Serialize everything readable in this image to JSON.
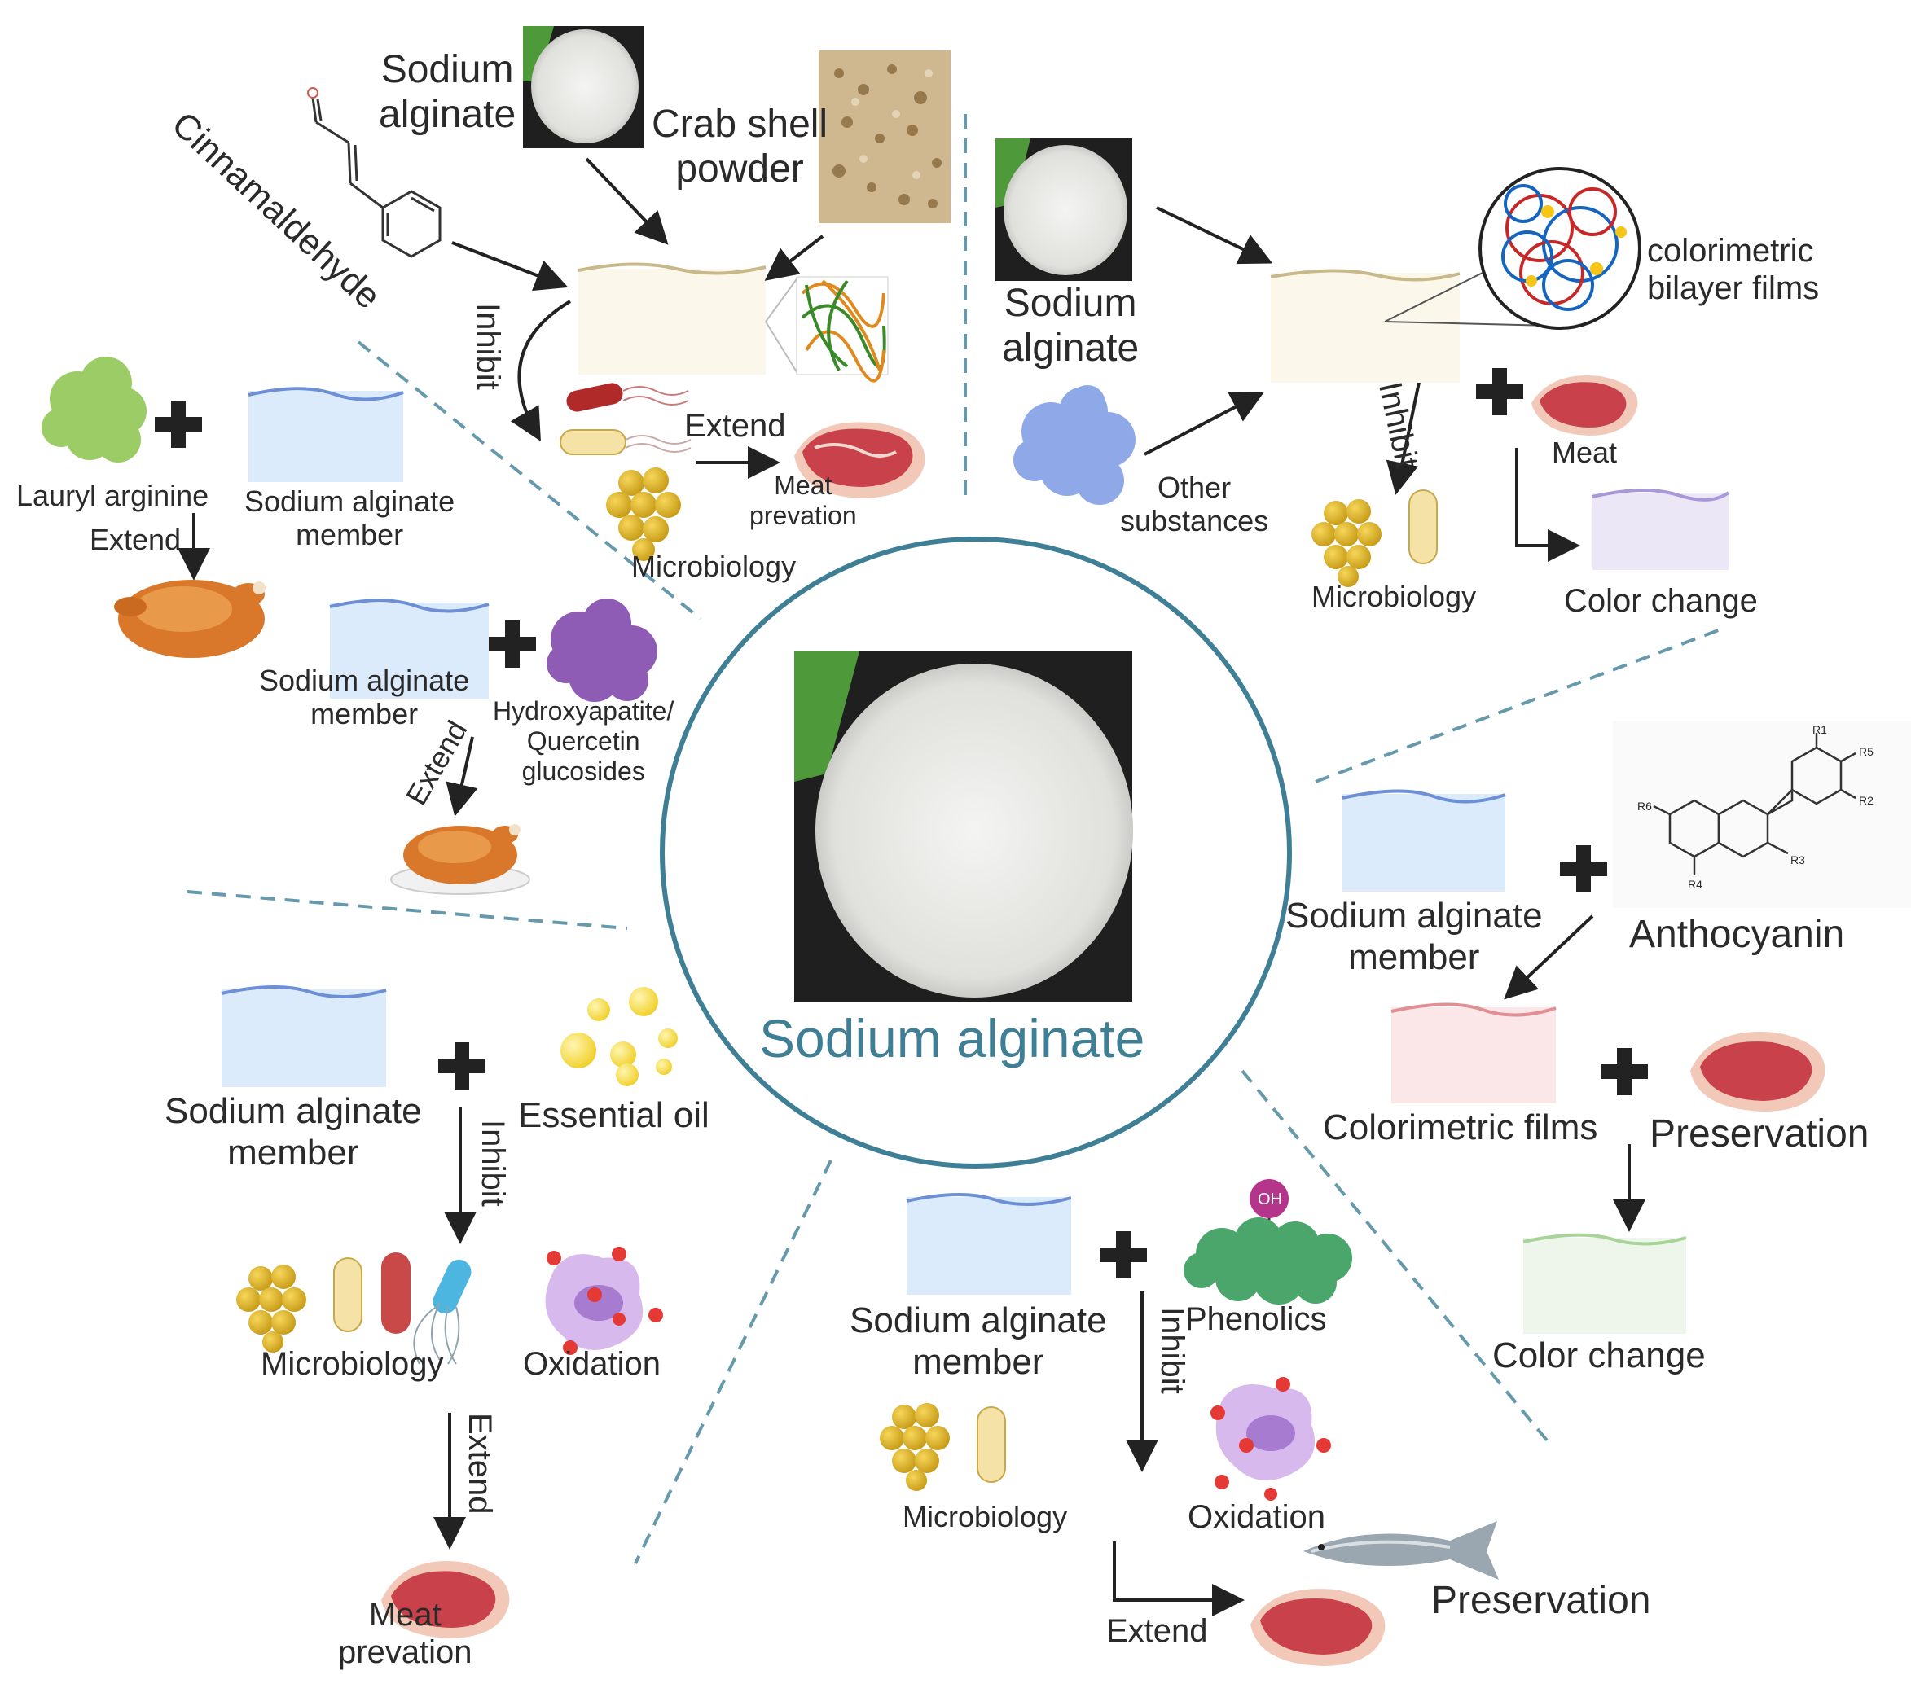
{
  "center": {
    "title": "Sodium alginate"
  },
  "top_left": {
    "sodium_alginate": "Sodium\nalginate",
    "crab_shell": "Crab shell\npowder",
    "cinnamaldehyde": "Cinnamaldehyde",
    "inhibit": "Inhibit",
    "extend": "Extend",
    "meat": "Meat\nprevation",
    "microbiology": "Microbiology"
  },
  "top_right": {
    "sodium_alginate": "Sodium\nalginate",
    "colorimetric_bilayer": "colorimetric\nbilayer films",
    "other_substances": "Other\nsubstances",
    "inhibit": "Inhibit",
    "meat": "Meat",
    "microbiology": "Microbiology",
    "color_change": "Color change"
  },
  "left": {
    "lauryl_arginine": "Lauryl arginine",
    "member_1": "Sodium alginate\nmember",
    "extend_1": "Extend",
    "member_2": "Sodium alginate\nmember",
    "hydroxyapatite": "Hydroxyapatite/\nQuercetin\nglucosides",
    "extend_2": "Extend"
  },
  "right": {
    "member": "Sodium alginate\nmember",
    "anthocyanin": "Anthocyanin",
    "colorimetric_films": "Colorimetric films",
    "preservation": "Preservation",
    "color_change": "Color change"
  },
  "bottom_left": {
    "member": "Sodium alginate\nmember",
    "essential_oil": "Essential oil",
    "inhibit": "Inhibit",
    "microbiology": "Microbiology",
    "oxidation": "Oxidation",
    "extend": "Extend",
    "meat": "Meat\nprevation"
  },
  "bottom_right": {
    "member": "Sodium alginate\nmember",
    "phenolics": "Phenolics",
    "oh": "OH",
    "inhibit": "Inhibit",
    "microbiology": "Microbiology",
    "oxidation": "Oxidation",
    "extend": "Extend",
    "preservation": "Preservation"
  },
  "anthocyanin_labels": {
    "r1": "R1",
    "r2": "R2",
    "r3": "R3",
    "r4": "R4",
    "r5": "R5",
    "r6": "R6"
  },
  "colors": {
    "circle": "#3f7f96",
    "title": "#3f7f96",
    "film_blue": "#dcebfb",
    "film_cream": "#fbf7ea",
    "film_pink": "#fbe6e8",
    "film_lilac": "#ece7f7",
    "film_green": "#eef6ec",
    "dash": "#3f7f96"
  }
}
